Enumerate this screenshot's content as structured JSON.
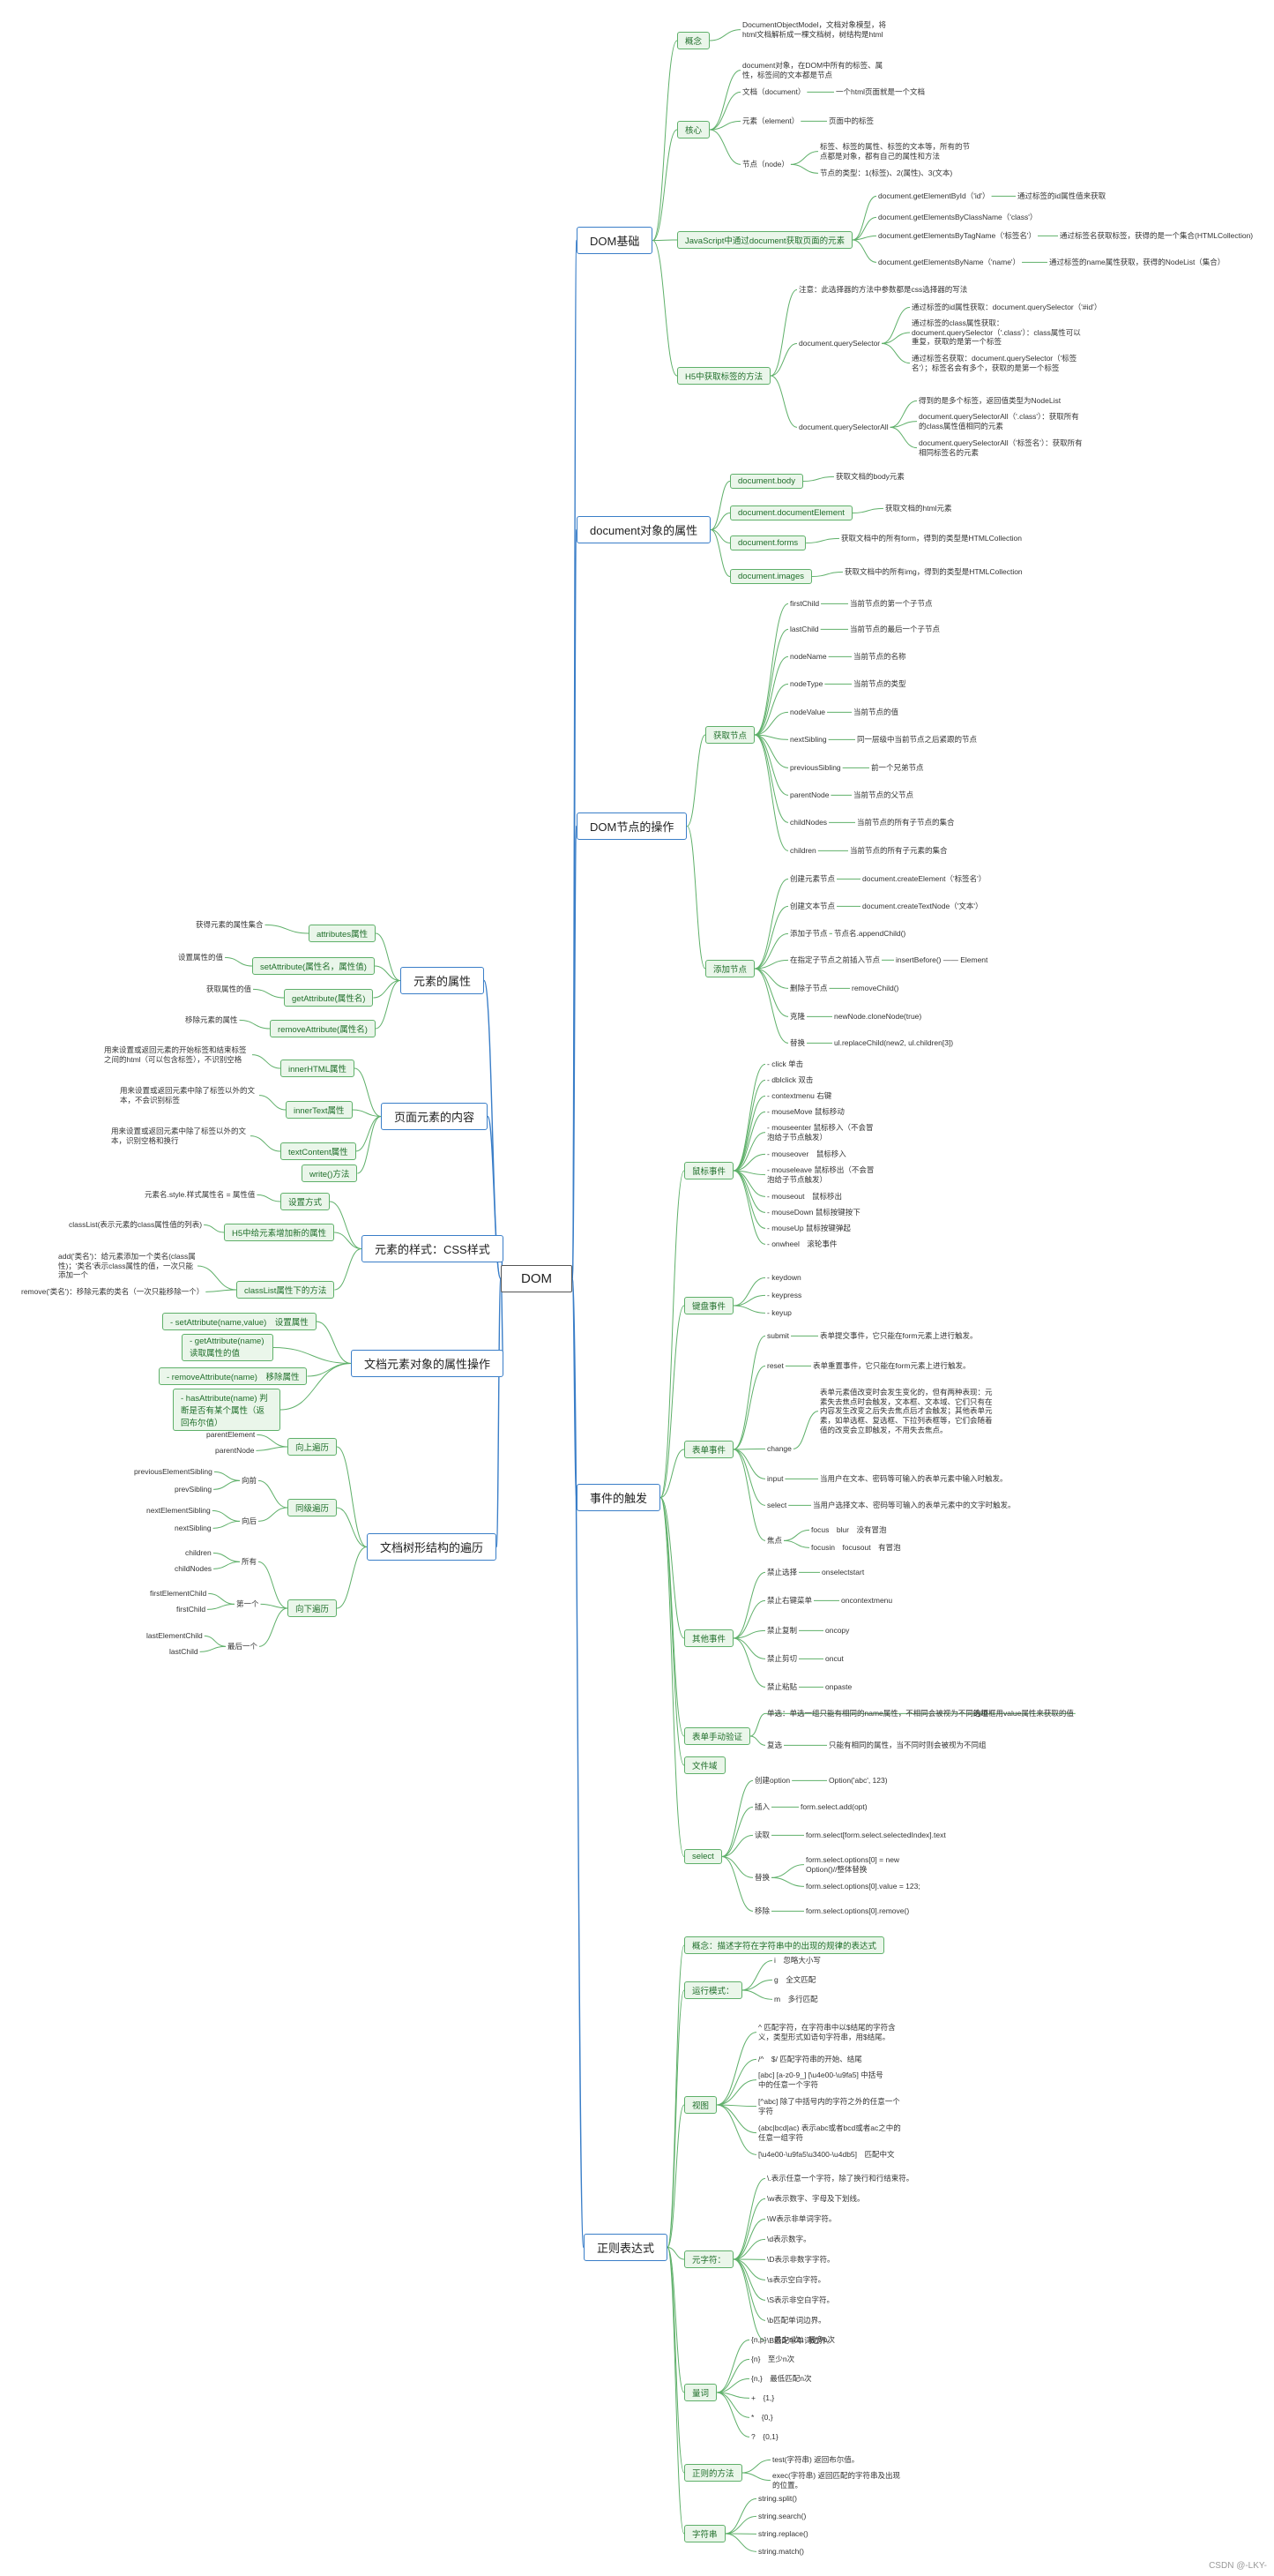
{
  "root": "DOM",
  "watermark": "CSDN @-LKY-",
  "nodes": {
    "n0": "DOM基础",
    "n1": "概念",
    "n2": "DocumentObjectModel，文档对象模型，将html文档解析成一棵文档树，树结构是html",
    "n3": "核心",
    "n4": "document对象，在DOM中所有的标签、属性，标签间的文本都是节点",
    "n5": "文档（document）",
    "n6": "一个html页面就是一个文档",
    "n7": "元素（element）",
    "n8": "页面中的标签",
    "n9": "节点（node）",
    "n10": "标签、标签的属性、标签的文本等，所有的节点都是对象，都有自己的属性和方法",
    "n11": "节点的类型：1(标签)、2(属性)、3(文本)",
    "n12": "JavaScript中通过document获取页面的元素",
    "n13": "document.getElementById（'id'）",
    "n14": "通过标签的id属性值来获取",
    "n15": "document.getElementsByClassName（'class'）",
    "n16": "document.getElementsByTagName（'标签名'）",
    "n17": "通过标签名获取标签，获得的是一个集合(HTMLCollection)",
    "n18": "document.getElementsByName（'name'）",
    "n19": "通过标签的name属性获取，获得的NodeList（集合）",
    "n20": "H5中获取标签的方法",
    "n21": "注意：此选择器的方法中参数都是css选择器的写法",
    "n22": "document.querySelector",
    "n23": "通过标签的id属性获取：document.querySelector（'#id'）",
    "n24": "通过标签的class属性获取：document.querySelector（'.class'）：class属性可以重复，获取的是第一个标签",
    "n25": "通过标签名获取：document.querySelector（'标签名'）；标签名会有多个，获取的是第一个标签",
    "n26": "document.querySelectorAll",
    "n27": "得到的是多个标签，返回值类型为NodeList",
    "n28": "document.querySelectorAll（'.class'）：获取所有的class属性值相同的元素",
    "n29": "document.querySelectorAll（'标签名'）：获取所有相同标签名的元素",
    "n30": "document对象的属性",
    "n31": "document.body",
    "n32": "获取文档的body元素",
    "n33": "document.documentElement",
    "n34": "获取文档的html元素",
    "n35": "document.forms",
    "n36": "获取文档中的所有form，得到的类型是HTMLCollection",
    "n37": "document.images",
    "n38": "获取文档中的所有img，得到的类型是HTMLCollection",
    "n39": "DOM节点的操作",
    "n40": "获取节点",
    "n41": "firstChild",
    "n42": "当前节点的第一个子节点",
    "n43": "lastChild",
    "n44": "当前节点的最后一个子节点",
    "n45": "nodeName",
    "n46": "当前节点的名称",
    "n47": "nodeType",
    "n48": "当前节点的类型",
    "n49": "nodeValue",
    "n50": "当前节点的值",
    "n51": "nextSibling",
    "n52": "同一层级中当前节点之后紧跟的节点",
    "n53": "previousSibling",
    "n54": "前一个兄弟节点",
    "n55": "parentNode",
    "n56": "当前节点的父节点",
    "n57": "childNodes",
    "n58": "当前节点的所有子节点的集合",
    "n59": "children",
    "n60": "当前节点的所有子元素的集合",
    "n61": "添加节点",
    "n62": "创建元素节点",
    "n63": "document.createElement（'标签名'）",
    "n64": "创建文本节点",
    "n65": "document.createTextNode（'文本'）",
    "n66": "添加子节点",
    "n67": "节点名.appendChild()",
    "n68": "在指定子节点之前插入节点",
    "n69": "insertBefore() —— Element",
    "n70": "删除子节点",
    "n71": "removeChild()",
    "n72": "克隆",
    "n73": "newNode.cloneNode(true)",
    "n74": "替换",
    "n75": "ul.replaceChild(new2, ul.children[3])",
    "n76": "事件的触发",
    "n77": "鼠标事件",
    "n78": "- click 单击",
    "n79": "- dblclick 双击",
    "n80": "- contextmenu 右键",
    "n81": "- mouseMove 鼠标移动",
    "n82": "- mouseenter 鼠标移入（不会冒泡给子节点触发）",
    "n83": "- mouseover　鼠标移入",
    "n84": "- mouseleave 鼠标移出（不会冒泡给子节点触发）",
    "n85": "- mouseout　鼠标移出",
    "n86": "- mouseDown 鼠标按键按下",
    "n87": "- mouseUp 鼠标按键弹起",
    "n88": "- onwheel　滚轮事件",
    "n89": "键盘事件",
    "n90": "- keydown",
    "n91": "- keypress",
    "n92": "- keyup",
    "n93": "表单事件",
    "n94": "submit",
    "n95": "表单提交事件，它只能在form元素上进行触发。",
    "n96": "reset",
    "n97": "表单重置事件，它只能在form元素上进行触发。",
    "n98": "change",
    "n99": "表单元素值改变时会发生变化的，但有两种表现：元素失去焦点时会触发，文本框、文本域、它们只有在内容发生改变之后失去焦点后才会触发；其他表单元素，如单选框、复选框、下拉列表框等，它们会随着值的改变会立即触发，不用失去焦点。",
    "n100": "input",
    "n101": "当用户在文本、密码等可输入的表单元素中输入时触发。",
    "n102": "select",
    "n103": "当用户选择文本、密码等可输入的表单元素中的文字时触发。",
    "n104": "焦点",
    "n105": "focus　blur　没有冒泡",
    "n106": "focusin　focusout　有冒泡",
    "n107": "其他事件",
    "n108": "禁止选择",
    "n109": "onselectstart",
    "n110": "禁止右键菜单",
    "n111": "oncontextmenu",
    "n112": "禁止复制",
    "n113": "oncopy",
    "n114": "禁止剪切",
    "n115": "oncut",
    "n116": "禁止粘贴",
    "n117": "onpaste",
    "n118": "表单手动验证",
    "n119": "单选：单选一组只能有相同的name属性，不相同会被视为不同的组",
    "n120": "选项框用value属性来获取的值",
    "n121": "复选",
    "n122": "只能有相同的属性，当不同时则会被视为不同组",
    "n123": "文件域",
    "n124": "select",
    "n125": "创建option",
    "n126": "Option('abc', 123)",
    "n127": "插入",
    "n128": "form.select.add(opt)",
    "n129": "读取",
    "n130": "form.select[form.select.selectedIndex].text",
    "n131": "替换",
    "n132": "form.select.options[0] = new Option()//整体替换",
    "n133": "form.select.options[0].value = 123;",
    "n134": "移除",
    "n135": "form.select.options[0].remove()",
    "n136": "正则表达式",
    "n137": "概念：描述字符在字符串中的出现的规律的表达式",
    "n138": "运行模式：",
    "n139": "i　忽略大小写",
    "n140": "g　全文匹配",
    "n141": "m　多行匹配",
    "n142": "视图",
    "n143": "^ 匹配字符，在字符串中以$结尾的字符含义，类型形式如语句字符串，用$结尾。",
    "n144": "/^　$/ 匹配字符串的开始、结尾",
    "n145": "[abc] [a-z0-9_] [\\u4e00-\\u9fa5] 中括号中的任意一个字符",
    "n146": "[^abc] 除了中括号内的字符之外的任意一个字符",
    "n147": "(abc|bcd|ac) 表示abc或者bcd或者ac之中的任意一组字符",
    "n148": "[\\u4e00-\\u9fa5\\u3400-\\u4db5]　匹配中文",
    "n149": "元字符：",
    "n150": "\\.表示任意一个字符，除了换行和行结束符。",
    "n151": "\\w表示数字、字母及下划线。",
    "n152": "\\W表示非单词字符。",
    "n153": "\\d表示数字。",
    "n154": "\\D表示非数字字符。",
    "n155": "\\s表示空白字符。",
    "n156": "\\S表示非空白字符。",
    "n157": "\\b匹配单词边界。",
    "n158": "\\B匹配非单词边界。",
    "n159": "量词",
    "n160": "{n,p}　最少n次，最多p次",
    "n161": "{n}　至少n次",
    "n162": "{n,}　最低匹配n次",
    "n163": "+　{1,}",
    "n164": "*　{0,}",
    "n165": "?　{0,1}",
    "n166": "正则的方法",
    "n167": "test(字符串) 返回布尔值。",
    "n168": "exec(字符串) 返回匹配的字符串及出现的位置。",
    "n169": "字符串",
    "n170": "string.split()",
    "n171": "string.search()",
    "n172": "string.replace()",
    "n173": "string.match()",
    "m0": "元素的属性",
    "m1": "attributes属性",
    "m2": "获得元素的属性集合",
    "m3": "setAttribute(属性名，属性值)",
    "m4": "设置属性的值",
    "m5": "getAttribute(属性名)",
    "m6": "获取属性的值",
    "m7": "removeAttribute(属性名)",
    "m8": "移除元素的属性",
    "m9": "页面元素的内容",
    "m10": "innerHTML属性",
    "m11": "用来设置或返回元素的开始标签和结束标签之间的html（可以包含标签），不识别空格",
    "m12": "innerText属性",
    "m13": "用来设置或返回元素中除了标签以外的文本，不会识别标签",
    "m14": "textContent属性",
    "m15": "用来设置或返回元素中除了标签以外的文本，识别空格和换行",
    "m16": "write()方法",
    "m17": "元素的样式：CSS样式",
    "m18": "设置方式",
    "m19": "元素名.style.样式属性名 = 属性值",
    "m20": "H5中给元素增加新的属性",
    "m21": "classList(表示元素的class属性值的列表)",
    "m22": "classList属性下的方法",
    "m23": "add('类名')：给元素添加一个类名(class属性)；'类名'表示class属性的值，一次只能添加一个",
    "m24": "remove('类名')：移除元素的类名（一次只能移除一个）",
    "m25": "文档元素对象的属性操作",
    "m26": "- setAttribute(name,value)　设置属性",
    "m27": "- getAttribute(name) 读取属性的值",
    "m28": "- removeAttribute(name)　移除属性",
    "m29": "- hasAttribute(name) 判断是否有某个属性（返回布尔值）",
    "m30": "文档树形结构的遍历",
    "m31": "向上遍历",
    "m32": "parentElement",
    "m33": "parentNode",
    "m34": "同级遍历",
    "m35": "向前",
    "m36": "previousElementSibling",
    "m37": "prevSibling",
    "m38": "向后",
    "m39": "nextElementSibling",
    "m40": "nextSibling",
    "m41": "向下遍历",
    "m42": "所有",
    "m43": "children",
    "m44": "childNodes",
    "m45": "第一个",
    "m46": "firstElementChild",
    "m47": "firstChild",
    "m48": "最后一个",
    "m49": "lastElementChild",
    "m50": "lastChild"
  }
}
